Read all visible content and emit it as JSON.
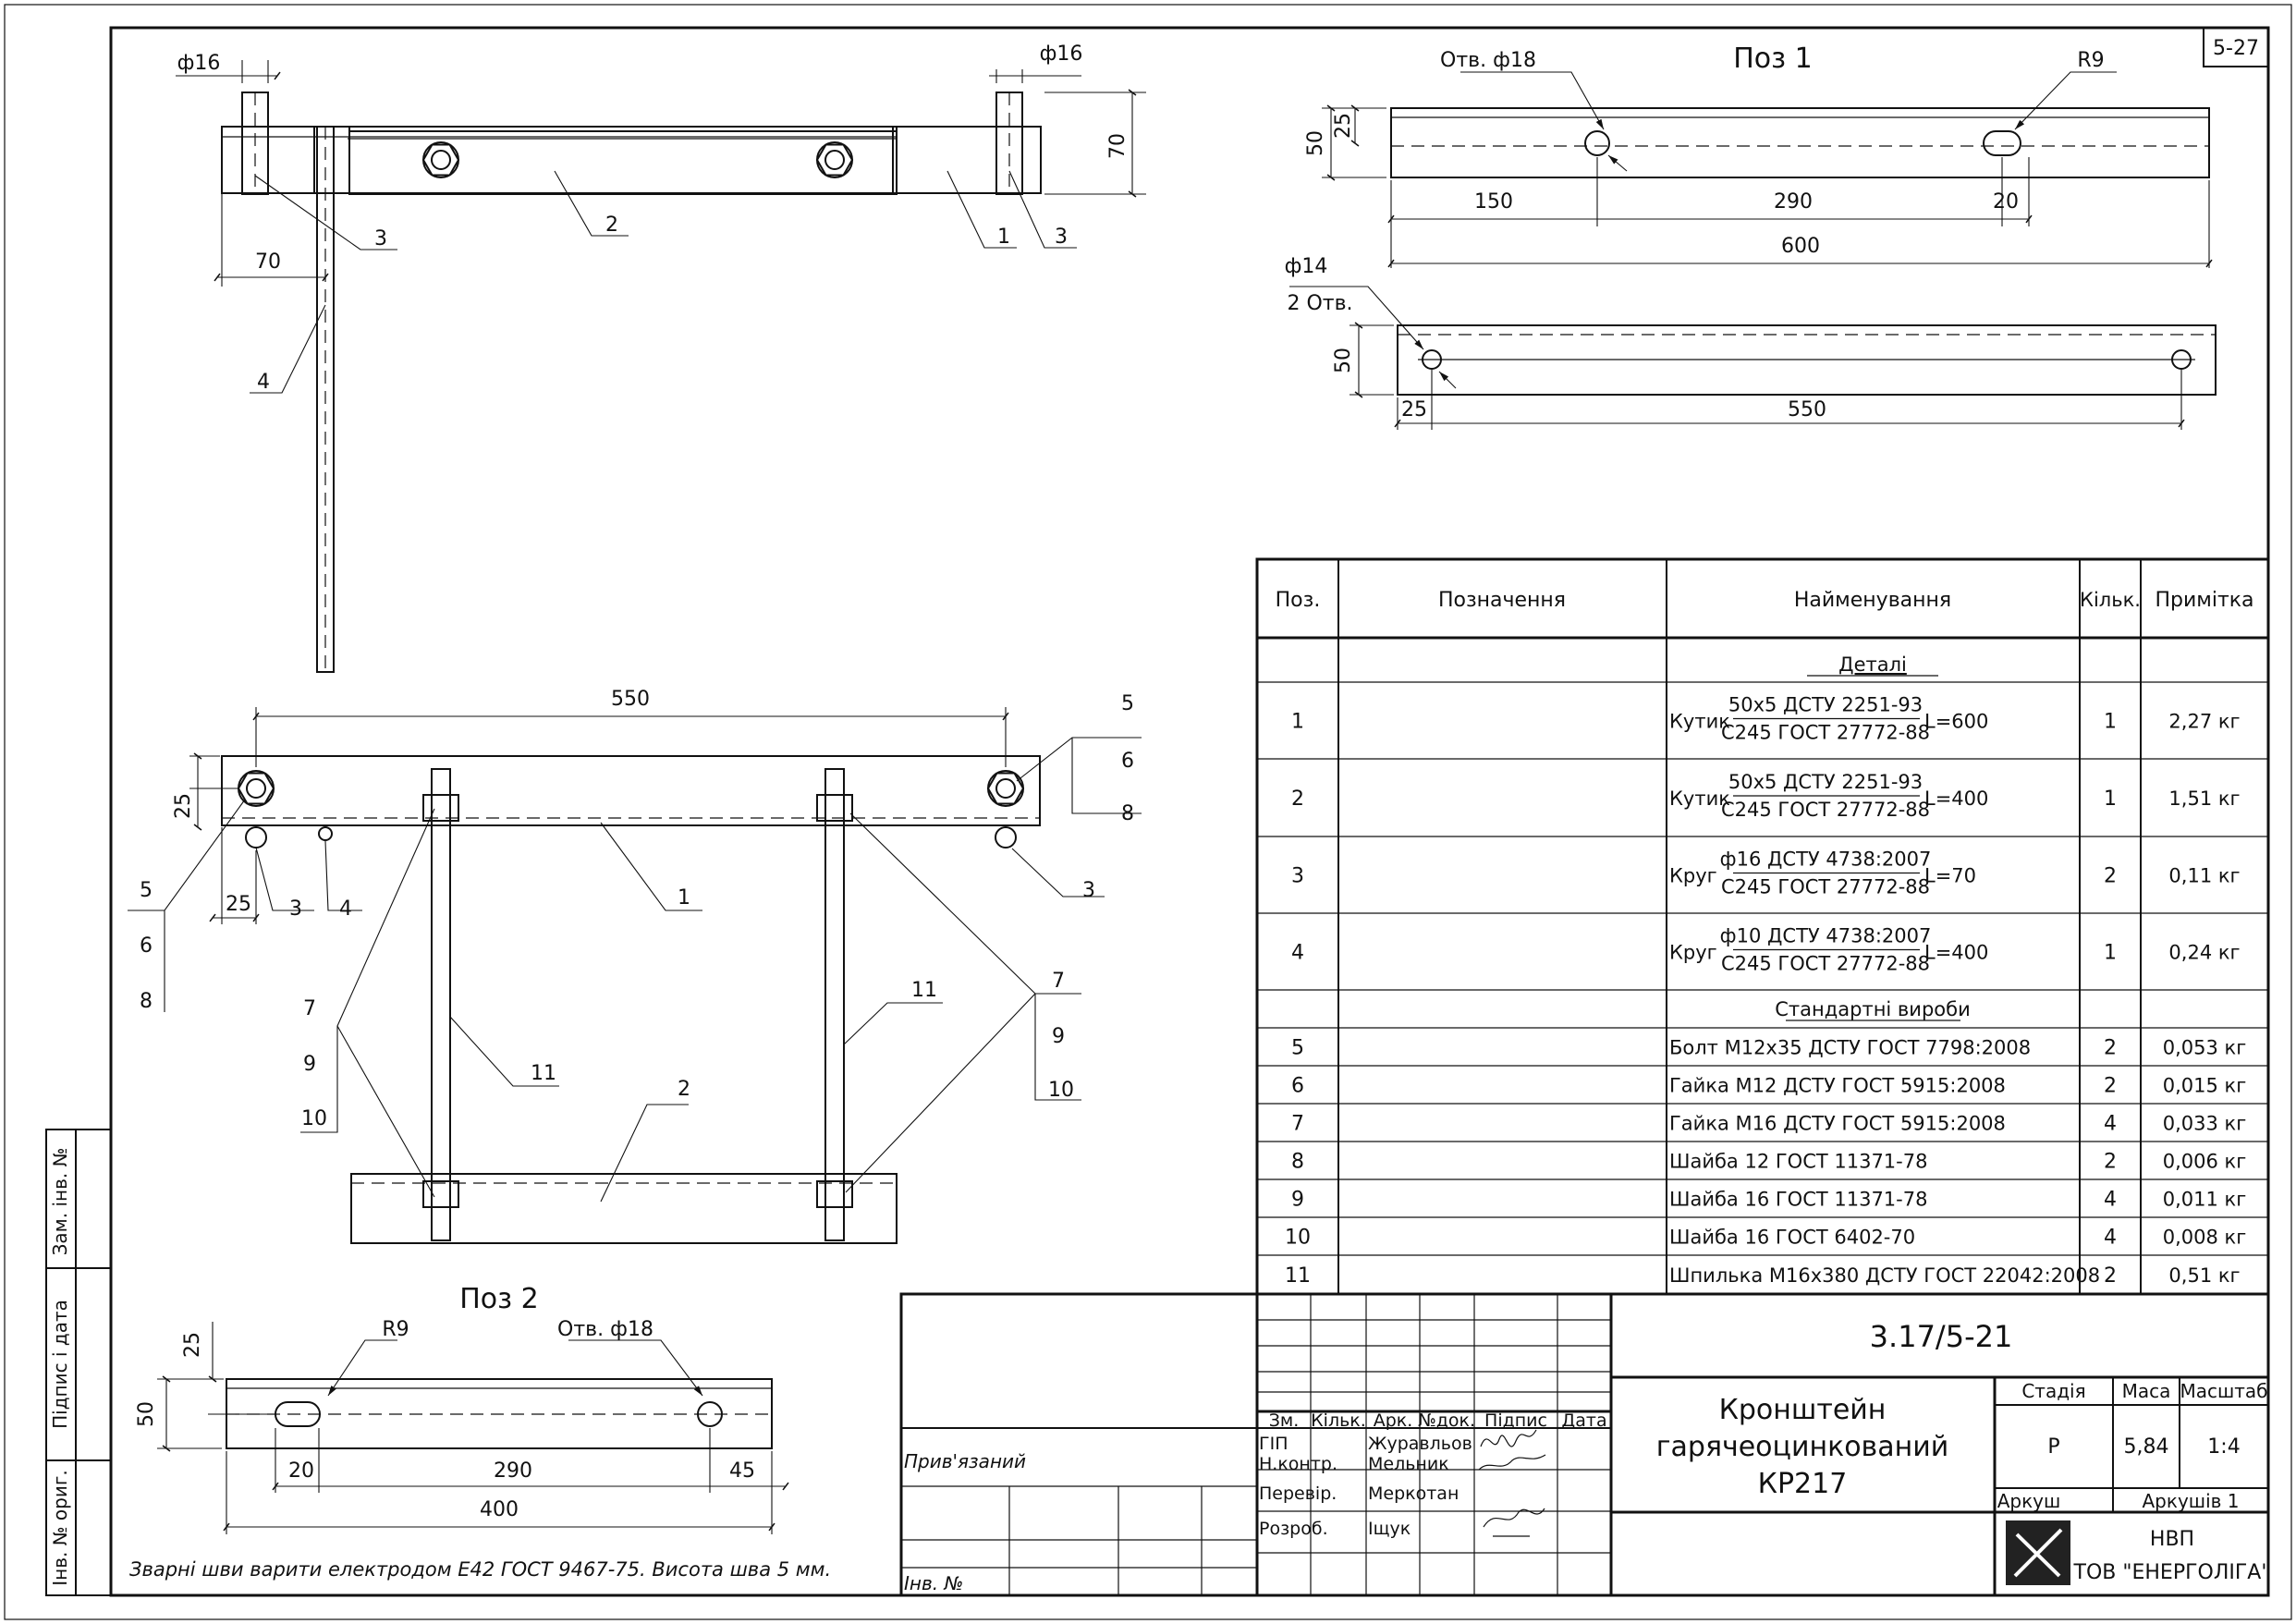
{
  "sheet": {
    "sheet_no": "5-27",
    "doc_code": "3.17/5-21",
    "title_lines": [
      "Кронштейн",
      "гарячеоцинкований",
      "КР217"
    ],
    "stage_label": "Стадія",
    "stage": "Р",
    "mass_label": "Маса",
    "mass": "5,84",
    "scale_label": "Масштаб",
    "scale": "1:4",
    "sheet_label": "Аркуш",
    "sheets_label": "Аркушів 1",
    "company": [
      "НВП",
      "ТОВ \"ЕНЕРГОЛІГА\""
    ],
    "attached": "Прив'язаний",
    "inv_no": "Інв. №",
    "note": "Зварні шви варити електродом Е42 ГОСТ 9467-75. Висота шва 5 мм."
  },
  "left_stamp": [
    "Зам. інв. №",
    "Підпис і дата",
    "Інв. № ориг."
  ],
  "stamp": {
    "headers": [
      "Зм.",
      "Кільк.",
      "Арк.",
      "№док.",
      "Підпис",
      "Дата"
    ],
    "roles": [
      "ГІП",
      "Н.контр.",
      "Перевір.",
      "Розроб."
    ],
    "names": [
      "Журавльов",
      "Мельник",
      "Меркотан",
      "Іщук"
    ]
  },
  "spec": {
    "headers": [
      "Поз.",
      "Позначення",
      "Найменування",
      "Кільк.",
      "Примітка"
    ],
    "sections": [
      "Деталі",
      "Стандартні вироби"
    ],
    "details": [
      {
        "pos": "1",
        "prefix": "Кутик",
        "num": "50x5 ДСТУ 2251-93",
        "den": "С245 ГОСТ 27772-88",
        "suffix": "L=600",
        "qty": "1",
        "note": "2,27 кг"
      },
      {
        "pos": "2",
        "prefix": "Кутик",
        "num": "50x5 ДСТУ 2251-93",
        "den": "С245 ГОСТ 27772-88",
        "suffix": "L=400",
        "qty": "1",
        "note": "1,51 кг"
      },
      {
        "pos": "3",
        "prefix": "Круг",
        "num": "ф16 ДСТУ 4738:2007",
        "den": "С245 ГОСТ 27772-88",
        "suffix": "L=70",
        "qty": "2",
        "note": "0,11 кг"
      },
      {
        "pos": "4",
        "prefix": "Круг",
        "num": "ф10 ДСТУ 4738:2007",
        "den": "С245 ГОСТ 27772-88",
        "suffix": "L=400",
        "qty": "1",
        "note": "0,24 кг"
      }
    ],
    "standard": [
      {
        "pos": "5",
        "name": "Болт М12x35 ДСТУ ГОСТ 7798:2008",
        "qty": "2",
        "note": "0,053 кг"
      },
      {
        "pos": "6",
        "name": "Гайка М12 ДСТУ ГОСТ 5915:2008",
        "qty": "2",
        "note": "0,015 кг"
      },
      {
        "pos": "7",
        "name": "Гайка М16 ДСТУ ГОСТ 5915:2008",
        "qty": "4",
        "note": "0,033 кг"
      },
      {
        "pos": "8",
        "name": "Шайба 12 ГОСТ 11371-78",
        "qty": "2",
        "note": "0,006 кг"
      },
      {
        "pos": "9",
        "name": "Шайба 16 ГОСТ 11371-78",
        "qty": "4",
        "note": "0,011 кг"
      },
      {
        "pos": "10",
        "name": "Шайба 16 ГОСТ 6402-70",
        "qty": "4",
        "note": "0,008 кг"
      },
      {
        "pos": "11",
        "name": "Шпилька М16x380 ДСТУ ГОСТ 22042:2008",
        "qty": "2",
        "note": "0,51 кг"
      }
    ]
  },
  "views": {
    "pos1_title": "Поз 1",
    "pos2_title": "Поз 2",
    "top": {
      "d16_left": "ф16",
      "d16_right": "ф16",
      "h70": "70",
      "w70": "70",
      "labels": [
        "3",
        "2",
        "1",
        "3",
        "4"
      ]
    },
    "pos1": {
      "hole": "Отв. ф18",
      "slot": "R9",
      "h50": "50",
      "h25": "25",
      "d150": "150",
      "d290": "290",
      "d20": "20",
      "d600": "600",
      "holes2": "ф14",
      "holes2b": "2 Отв.",
      "h50b": "50",
      "d25": "25",
      "d550": "550"
    },
    "front": {
      "d550": "550",
      "h25": "25",
      "d25": "25",
      "labels": [
        "5",
        "6",
        "8",
        "5",
        "6",
        "8",
        "3",
        "4",
        "1",
        "3",
        "7",
        "9",
        "10",
        "11",
        "2",
        "11",
        "7",
        "9",
        "10"
      ]
    },
    "pos2": {
      "slot": "R9",
      "hole": "Отв. ф18",
      "h25": "25",
      "h50": "50",
      "d20": "20",
      "d290": "290",
      "d45": "45",
      "d400": "400"
    }
  }
}
